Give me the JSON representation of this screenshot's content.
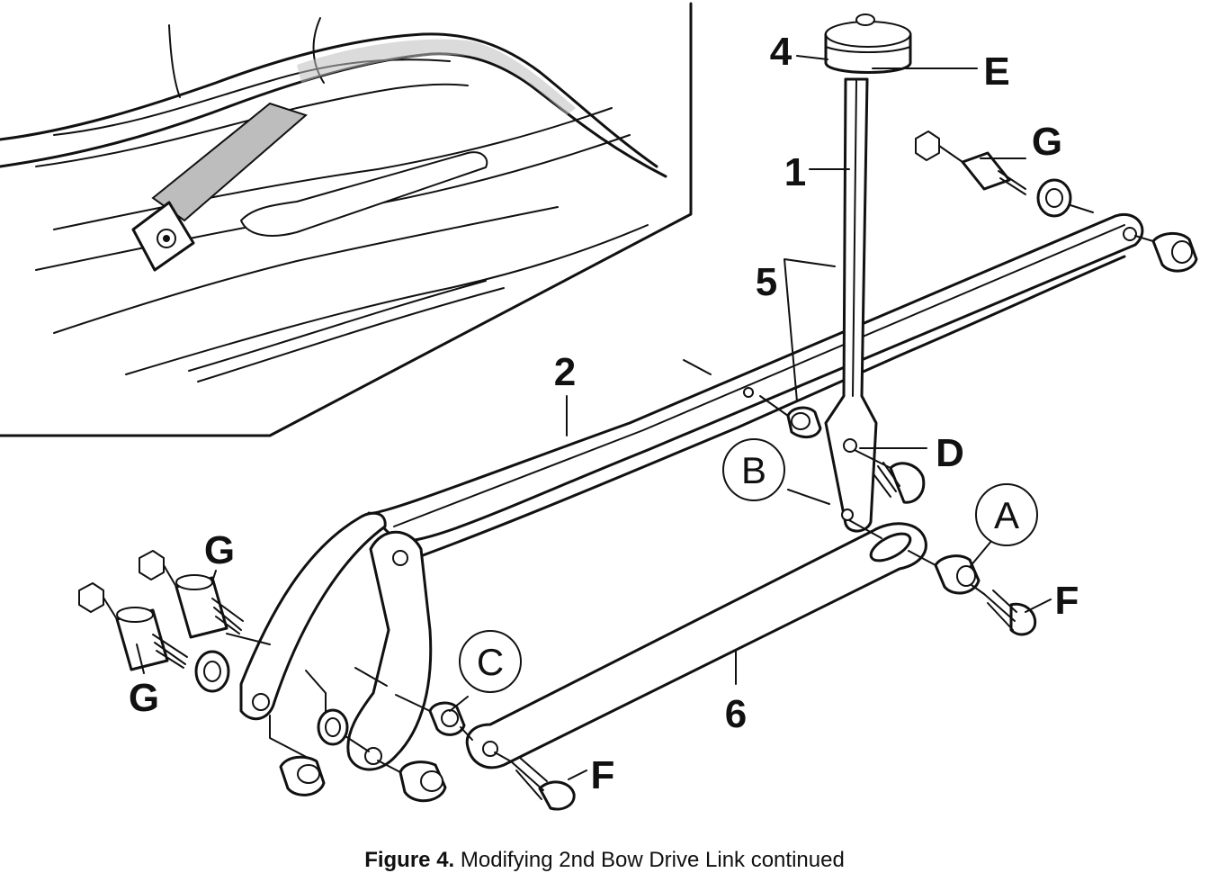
{
  "caption": {
    "figure_number": "Figure 4.",
    "title": "Modifying 2nd Bow Drive Link continued"
  },
  "labels": {
    "part_1": "1",
    "part_2": "2",
    "part_4": "4",
    "part_5": "5",
    "part_6": "6",
    "letter_a": "A",
    "letter_b": "B",
    "letter_c": "C",
    "letter_d": "D",
    "letter_e": "E",
    "letter_f_right": "F",
    "letter_f_bottom": "F",
    "letter_g_top_right": "G",
    "letter_g_left_upper": "G",
    "letter_g_left_lower": "G"
  }
}
